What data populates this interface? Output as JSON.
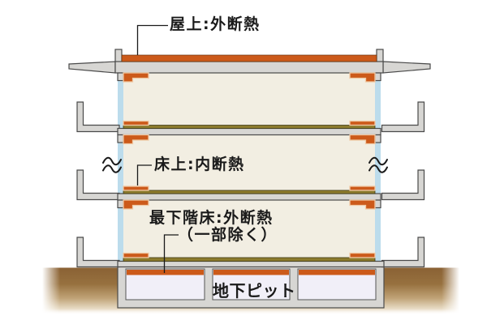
{
  "diagram": {
    "labels": {
      "roof": "屋上:外断熱",
      "floor": "床上:内断熱",
      "lowest_floor_line1": "最下階床:外断熱",
      "lowest_floor_line2": "（一部除く）",
      "pit": "地下ピット"
    },
    "colors": {
      "insulation_orange": "#cc5a1a",
      "floor_insulation_olive": "#8c7b2d",
      "concrete_gray": "#d7d6d3",
      "concrete_outline": "#4a4a4a",
      "exterior_wall_blue": "#bcdcec",
      "interior_cream": "#f2eee2",
      "pit_interior": "#f1eff8",
      "ground_brown": "#8a6134",
      "label_text": "#1a1a1a"
    }
  }
}
